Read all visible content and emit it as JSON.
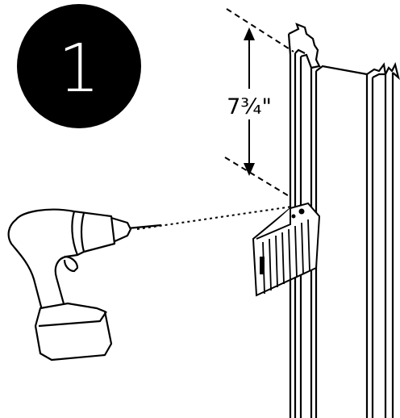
{
  "step": {
    "number": "1"
  },
  "dimension": {
    "label": "7¾\""
  },
  "colors": {
    "ink": "#000000",
    "paper": "#ffffff"
  },
  "icons": {
    "step_badge": "black-circle-step-badge",
    "tool": "cordless-drill-icon",
    "bracket": "corner-bracket-icon",
    "post": "door-frame-post"
  }
}
